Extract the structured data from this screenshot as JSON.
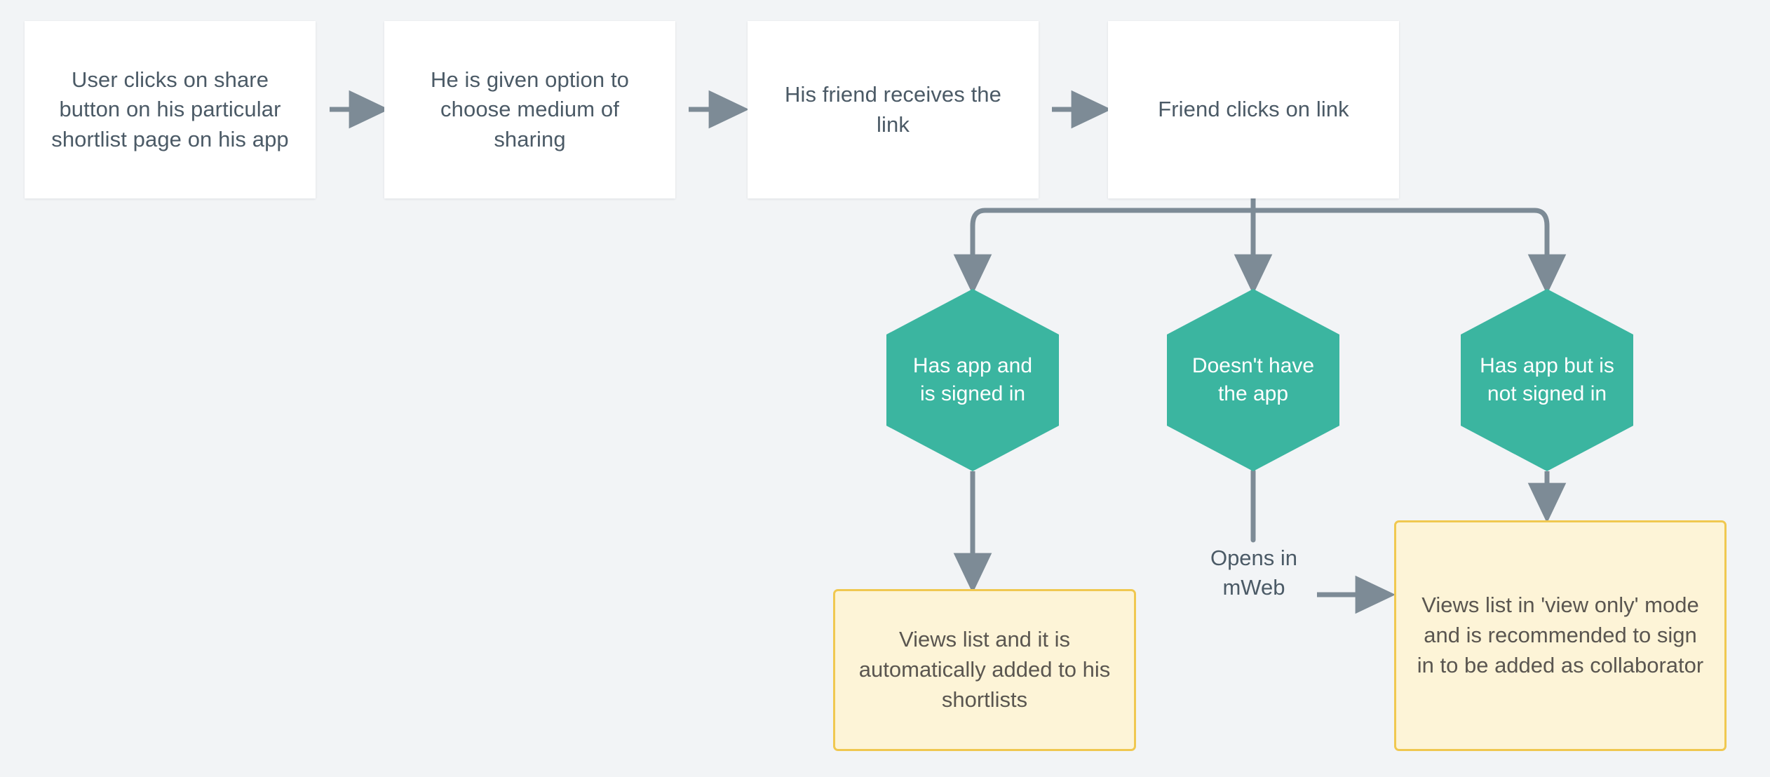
{
  "diagram": {
    "background_color": "#f2f4f6",
    "accent_colors": {
      "process_box_fill": "#ffffff",
      "decision_hex_fill": "#3bb5a0",
      "note_box_fill": "#fdf4d7",
      "note_box_border": "#f0c850",
      "connector": "#7d8b96",
      "body_text": "#4b5a66"
    },
    "process_steps": [
      {
        "id": "step-1",
        "label": "User clicks on share button on his particular shortlist page on his app"
      },
      {
        "id": "step-2",
        "label": "He is given option to choose medium of sharing"
      },
      {
        "id": "step-3",
        "label": "His friend receives the link"
      },
      {
        "id": "step-4",
        "label": "Friend clicks on link"
      }
    ],
    "decisions": [
      {
        "id": "decision-1",
        "label": "Has app and is signed in"
      },
      {
        "id": "decision-2",
        "label": "Doesn't have the app"
      },
      {
        "id": "decision-3",
        "label": "Has app but is not signed in"
      }
    ],
    "outcomes": [
      {
        "id": "outcome-1",
        "label": "Views list and it is automatically added to his shortlists"
      },
      {
        "id": "outcome-2",
        "label": "Views list in 'view only' mode and is recommended to sign in to be added as collaborator"
      }
    ],
    "edge_labels": [
      {
        "id": "edge-label-mweb",
        "label": "Opens in mWeb"
      }
    ]
  }
}
